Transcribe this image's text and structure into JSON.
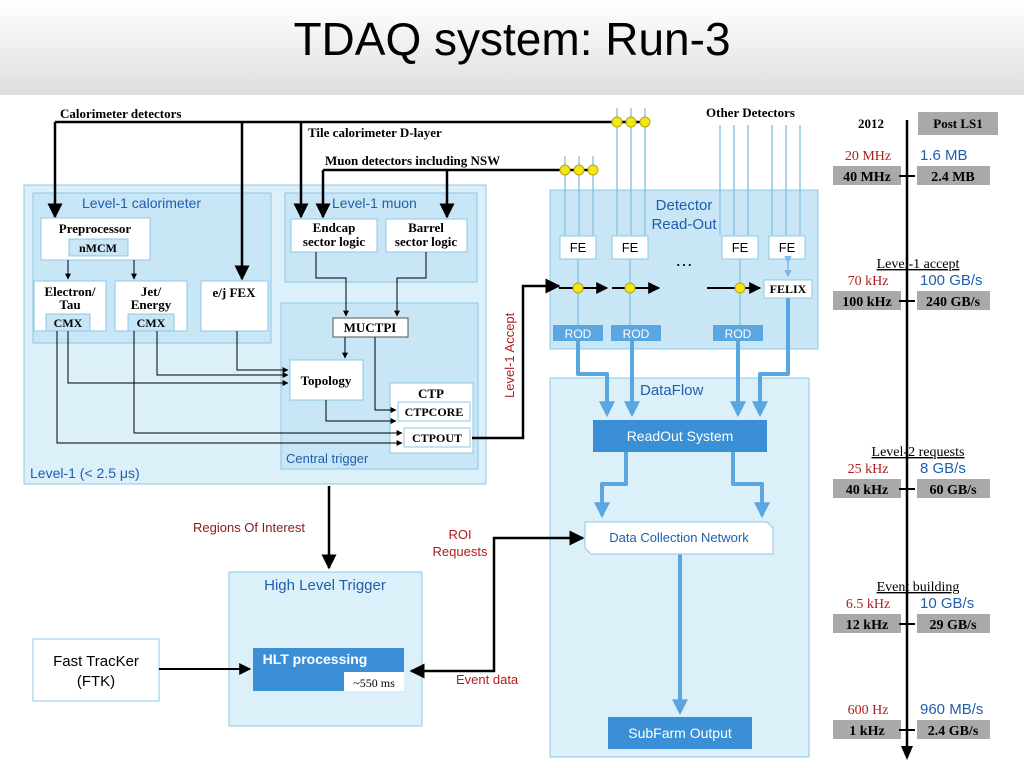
{
  "title": "TDAQ system: Run-3",
  "labels": {
    "calorimeter_detectors": "Calorimeter detectors",
    "tile_dlayer": "Tile calorimeter D-layer",
    "muon_detectors": "Muon detectors including NSW",
    "other_detectors": "Other Detectors",
    "level1_calorimeter": "Level-1 calorimeter",
    "preprocessor": "Preprocessor",
    "nmcm": "nMCM",
    "electron_tau_1": "Electron/",
    "electron_tau_2": "Tau",
    "cmx_1": "CMX",
    "jet_energy_1": "Jet/",
    "jet_energy_2": "Energy",
    "cmx_2": "CMX",
    "ej_fex": "e/j FEX",
    "level1_muon": "Level-1 muon",
    "endcap_1": "Endcap",
    "endcap_2": "sector logic",
    "barrel_1": "Barrel",
    "barrel_2": "sector logic",
    "muctpi": "MUCTPI",
    "topology": "Topology",
    "ctp": "CTP",
    "ctpcore": "CTPCORE",
    "ctpout": "CTPOUT",
    "central_trigger": "Central trigger",
    "level1": "Level-1 (< 2.5 μs)",
    "level1_accept": "Level-1 Accept",
    "detector_readout_1": "Detector",
    "detector_readout_2": "Read-Out",
    "fe": "FE",
    "ellipsis": "…",
    "felix": "FELIX",
    "rod": "ROD",
    "dataflow": "DataFlow",
    "readout_system": "ReadOut System",
    "dcn": "Data Collection  Network",
    "subfarm_output": "SubFarm Output",
    "regions_of_interest": "Regions Of Interest",
    "roi_requests_1": "ROI",
    "roi_requests_2": "Requests",
    "event_data": "Event data",
    "hlt": "High Level Trigger",
    "hlt_processing": "HLT processing",
    "hlt_time": "~550 ms",
    "ftk_1": "Fast TracKer",
    "ftk_2": "(FTK)"
  },
  "timeline": {
    "col_2012": "2012",
    "col_post": "Post LS1",
    "rows": [
      {
        "section": "",
        "rate_2012": "20 MHz",
        "size_2012": "1.6 MB",
        "rate_post": "40 MHz",
        "size_post": "2.4 MB"
      },
      {
        "section": "Level-1 accept",
        "rate_2012": "70 kHz",
        "size_2012": "100 GB/s",
        "rate_post": "100 kHz",
        "size_post": "240 GB/s"
      },
      {
        "section": "Level-2 requests",
        "rate_2012": "25 kHz",
        "size_2012": "8 GB/s",
        "rate_post": "40 kHz",
        "size_post": "60 GB/s"
      },
      {
        "section": "Event building",
        "rate_2012": "6.5 kHz",
        "size_2012": "10 GB/s",
        "rate_post": "12 kHz",
        "size_post": "29 GB/s"
      },
      {
        "section": "",
        "rate_2012": "600 Hz",
        "size_2012": "960 MB/s",
        "rate_post": "1 kHz",
        "size_post": "2.4 GB/s"
      }
    ]
  },
  "colors": {
    "panel_fill": "#dcf0fa",
    "panel_stroke": "#8cc8e6",
    "blue_box": "#3b8fd6",
    "blue_text": "#1f5fae",
    "red_text": "#b01c1c",
    "dark_red_text": "#8b1a1a",
    "grey_box": "#a9a9a9",
    "dot": "#f2e61a"
  }
}
